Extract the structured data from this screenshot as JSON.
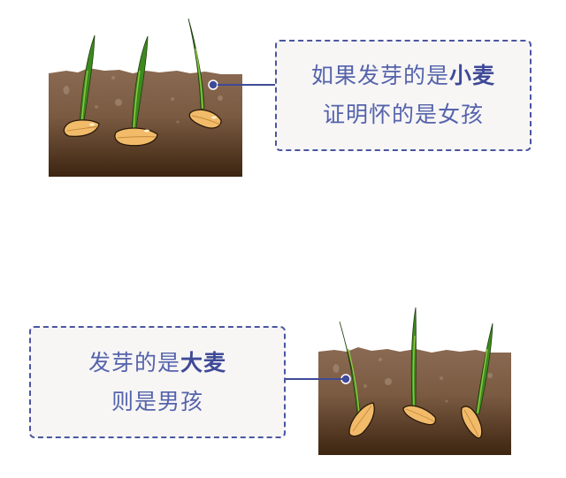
{
  "colors": {
    "soil_top": "#8a6a52",
    "soil_bottom": "#3d2511",
    "seed": "#f2bb6a",
    "seed_highlight": "#f9d89a",
    "sprout": "#3c8a1e",
    "sprout_light": "#8cc63f",
    "callout_border": "#4a56a0",
    "callout_text": "#5563ab",
    "callout_bg": "#f7f6f5",
    "connector": "#3f4b98"
  },
  "panel_top": {
    "illustration": "wheat-sprouts-in-soil",
    "callout": {
      "line1_prefix": "如果发芽的是",
      "line1_emphasis": "小麦",
      "line2": "证明怀的是女孩"
    }
  },
  "panel_bottom": {
    "illustration": "barley-sprouts-in-soil",
    "callout": {
      "line1_prefix": "发芽的是",
      "line1_emphasis": "大麦",
      "line2": "则是男孩"
    }
  }
}
